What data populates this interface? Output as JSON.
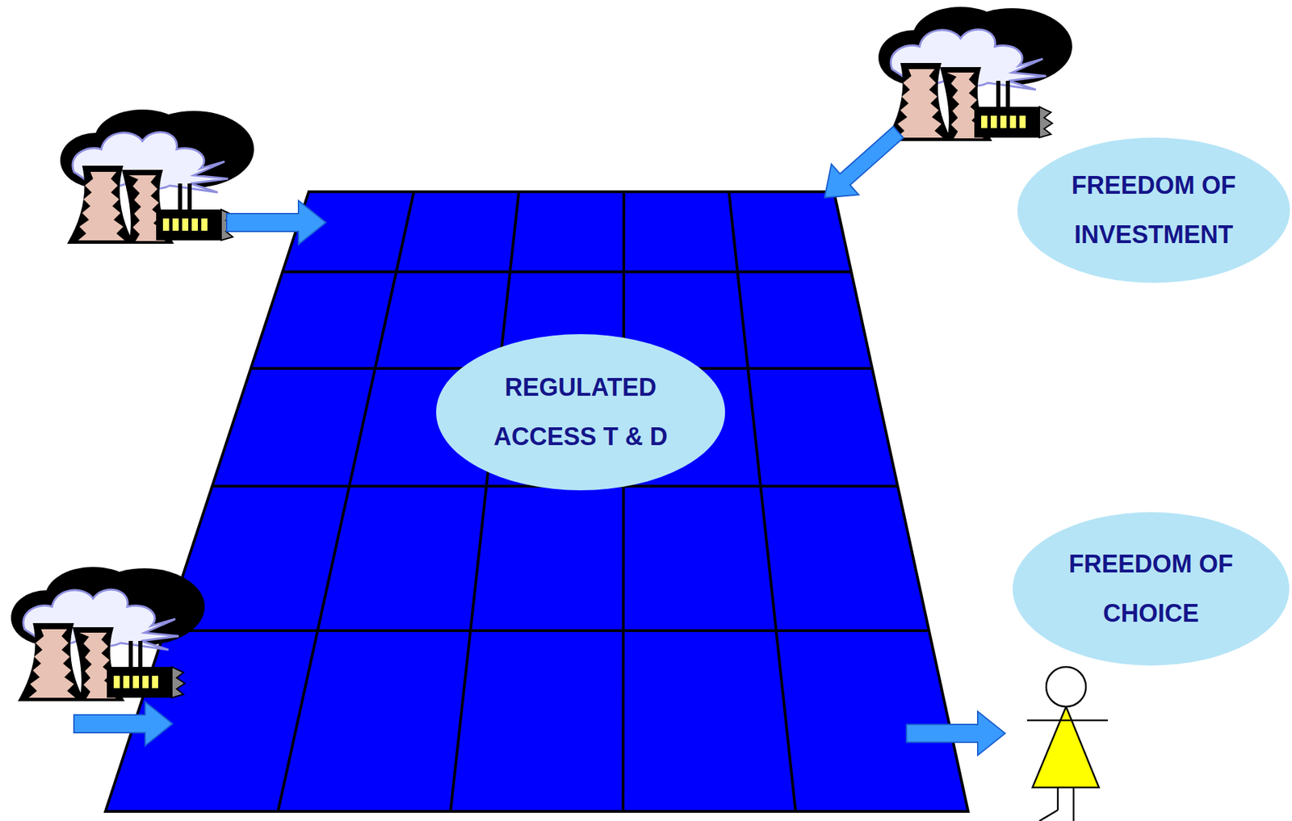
{
  "diagram": {
    "nodes": [
      {
        "text": [
          "FREEDOM OF INVESTMENT"
        ]
      },
      {
        "text": [
          "REGULATED ACCESS T & D"
        ]
      },
      {
        "text": [
          "FREEDOM OF CHOICE"
        ]
      }
    ]
  }
}
